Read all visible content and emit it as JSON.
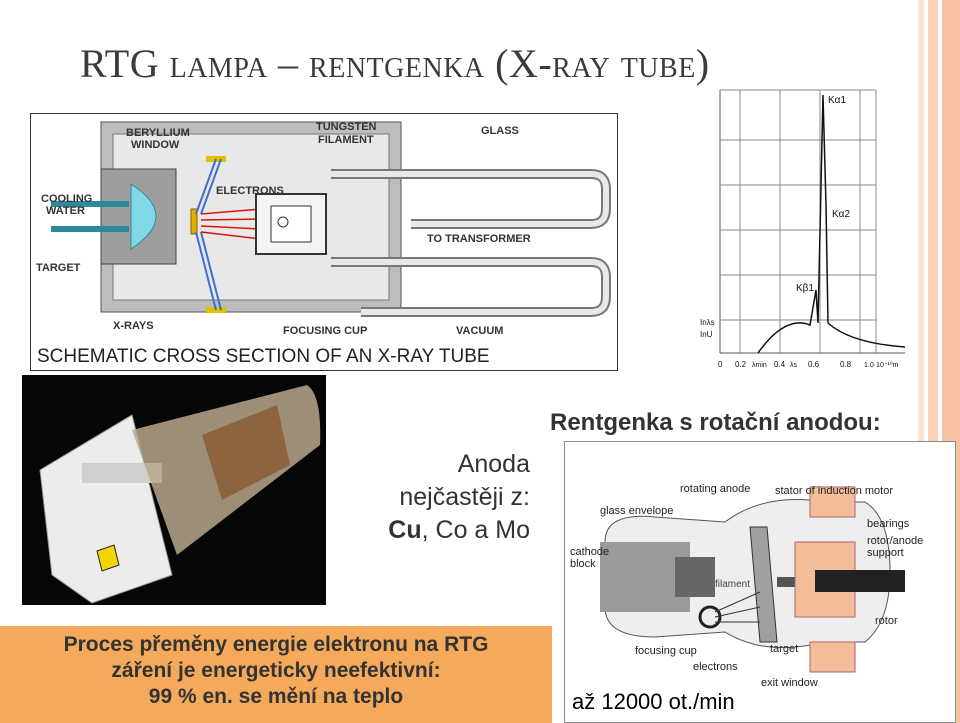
{
  "title": "RTG lampa – rentgenka (X-ray tube)",
  "schematic": {
    "caption": "SCHEMATIC CROSS SECTION OF AN X-RAY TUBE",
    "labels": {
      "beryllium": "BERYLLIUM",
      "window": "WINDOW",
      "tungsten": "TUNGSTEN",
      "filament": "FILAMENT",
      "glass": "GLASS",
      "cooling": "COOLING",
      "water": "WATER",
      "electrons": "ELECTRONS",
      "to_transformer": "TO TRANSFORMER",
      "target": "TARGET",
      "xrays": "X-RAYS",
      "focusing_cup": "FOCUSING CUP",
      "vacuum": "VACUUM"
    }
  },
  "spectrum": {
    "peaks": {
      "ka1": "Kα1",
      "ka2": "Kα2",
      "kb1": "Kβ1"
    },
    "ylabels": {
      "s": "Inλs",
      "u": "InU"
    },
    "xticks": [
      "0",
      "0.2",
      "λmin",
      "0.4",
      "λs",
      "0.6",
      "0.8",
      "1.0·10⁻¹⁰m"
    ]
  },
  "anoda": {
    "line1": "Anoda",
    "line2": "nejčastěji z:",
    "strong": "Cu",
    "rest": ", Co a Mo"
  },
  "rotating": {
    "title": "Rentgenka s rotační anodou:",
    "labels": {
      "rotating_anode": "rotating anode",
      "stator": "stator of induction motor",
      "glass_envelope": "glass envelope",
      "bearings": "bearings",
      "rotor_support": "rotor/anode",
      "rotor_support2": "support",
      "cathode": "cathode",
      "block": "block",
      "filament": "filament",
      "rotor": "rotor",
      "focusing_cup": "focusing cup",
      "target": "target",
      "electrons": "electrons",
      "exit_window": "exit window"
    },
    "speed": "až 12000 ot./min"
  },
  "process": {
    "line1": "Proces přeměny energie elektronu na RTG",
    "line2": "záření je energeticky neefektivní:",
    "line3": "99 % en. se mění na teplo"
  },
  "colors": {
    "accent": "#f5a95a",
    "stripe": "#f7c2a3",
    "water": "#7fd8e6",
    "metal": "#a8a8a8"
  }
}
